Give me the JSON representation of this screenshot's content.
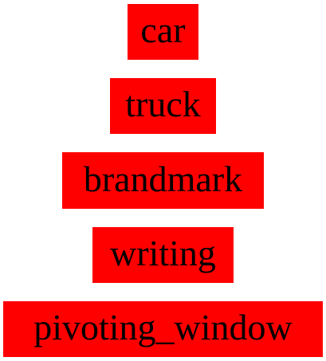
{
  "labels": [
    "car",
    "truck",
    "brandmark",
    "writing",
    "pivoting_window"
  ],
  "colors": {
    "box_fill": "#ff0000",
    "text": "#000000",
    "background": "#ffffff"
  }
}
